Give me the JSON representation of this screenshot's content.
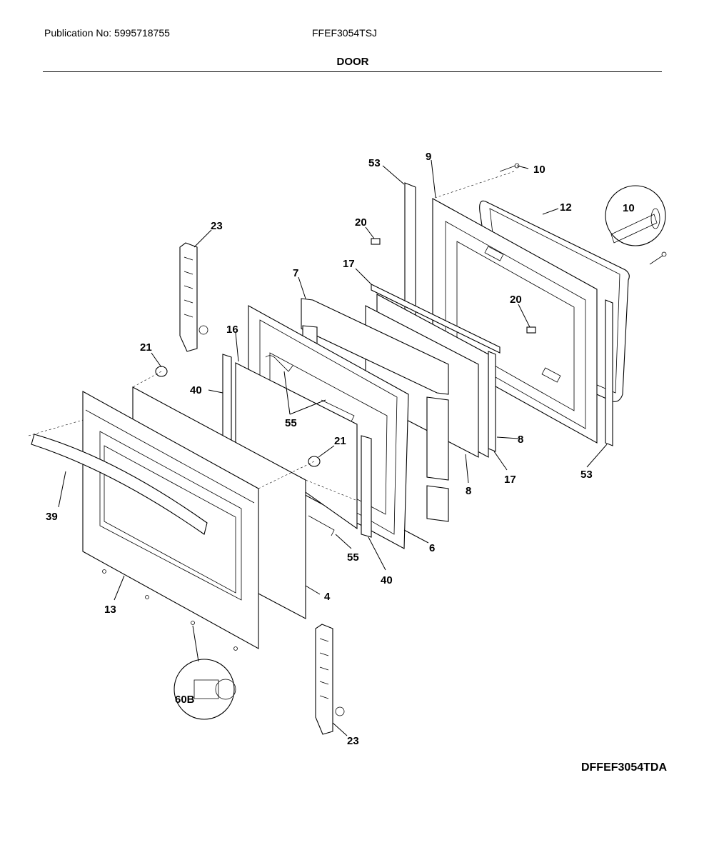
{
  "header": {
    "publication": "Publication No: 5995718755",
    "model": "FFEF3054TSJ",
    "section": "DOOR"
  },
  "diagram_code": "DFFEF3054TDA",
  "callouts": [
    "53",
    "9",
    "10",
    "12",
    "10",
    "20",
    "23",
    "7",
    "17",
    "20",
    "16",
    "21",
    "40",
    "55",
    "21",
    "8",
    "39",
    "55",
    "40",
    "6",
    "8",
    "17",
    "53",
    "13",
    "4",
    "60B",
    "23"
  ]
}
